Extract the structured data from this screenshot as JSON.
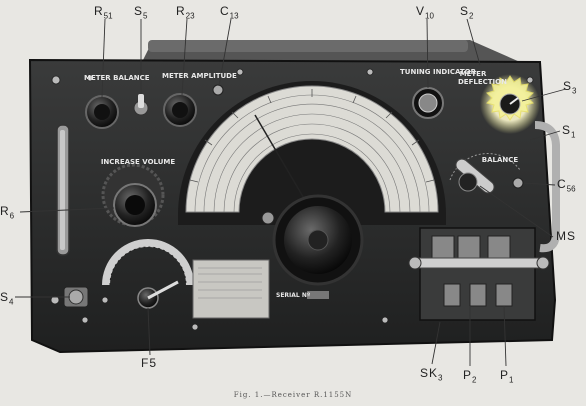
{
  "caption": "Fig. 1.—Receiver R.1155N",
  "callouts": {
    "r51": {
      "base": "R",
      "sub": "51"
    },
    "s5": {
      "base": "S",
      "sub": "5"
    },
    "r23": {
      "base": "R",
      "sub": "23"
    },
    "c13": {
      "base": "C",
      "sub": "13"
    },
    "v10": {
      "base": "V",
      "sub": "10"
    },
    "s2": {
      "base": "S",
      "sub": "2"
    },
    "s3": {
      "base": "S",
      "sub": "3"
    },
    "s1": {
      "base": "S",
      "sub": "1"
    },
    "r6": {
      "base": "R",
      "sub": "6"
    },
    "c56": {
      "base": "C",
      "sub": "56"
    },
    "ms": {
      "base": "MS",
      "sub": ""
    },
    "s4": {
      "base": "S",
      "sub": "4"
    },
    "f5": {
      "base": "F5",
      "sub": ""
    },
    "sk3": {
      "base": "SK",
      "sub": "3"
    },
    "p2": {
      "base": "P",
      "sub": "2"
    },
    "p1": {
      "base": "P",
      "sub": "1"
    }
  },
  "panel_labels": {
    "meter_balance": "METER BALANCE",
    "meter_amplitude": "METER AMPLITUDE",
    "tuning_indicator": "TUNING INDICATOR",
    "meter_deflection": "METER DEFLECTION",
    "increase_volume": "INCREASE VOLUME",
    "balance": "BALANCE",
    "serial_no": "SERIAL Nº"
  },
  "colors": {
    "panel": "#2a2b2b",
    "dial_face": "#d9d8d2",
    "background": "#e8e7e3",
    "highlight": "#f4f29a"
  }
}
